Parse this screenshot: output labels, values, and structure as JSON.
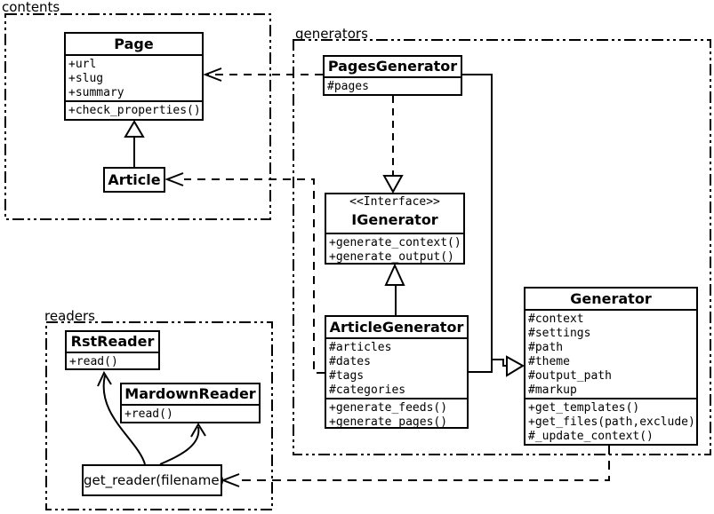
{
  "colors": {
    "line": "#000000",
    "background": "#ffffff",
    "box_fill": "#ffffff"
  },
  "packages": {
    "contents": {
      "label": "contents"
    },
    "generators": {
      "label": "generators"
    },
    "readers": {
      "label": "readers"
    }
  },
  "classes": {
    "page": {
      "name": "Page",
      "attributes": [
        "+url",
        "+slug",
        "+summary"
      ],
      "methods": [
        "+check_properties()"
      ]
    },
    "article": {
      "name": "Article"
    },
    "pages_generator": {
      "name": "PagesGenerator",
      "attributes": [
        "#pages"
      ]
    },
    "igenerator": {
      "stereotype": "<<Interface>>",
      "name": "IGenerator",
      "methods": [
        "+generate_context()",
        "+generate_output()"
      ]
    },
    "article_generator": {
      "name": "ArticleGenerator",
      "attributes": [
        "#articles",
        "#dates",
        "#tags",
        "#categories"
      ],
      "methods": [
        "+generate_feeds()",
        "+generate_pages()"
      ]
    },
    "generator": {
      "name": "Generator",
      "attributes": [
        "#context",
        "#settings",
        "#path",
        "#theme",
        "#output_path",
        "#markup"
      ],
      "methods": [
        "+get_templates()",
        "+get_files(path,exclude)",
        "#_update_context()"
      ]
    },
    "rst_reader": {
      "name": "RstReader",
      "methods": [
        "+read()"
      ]
    },
    "mardown_reader": {
      "name": "MardownReader",
      "methods": [
        "+read()"
      ]
    },
    "get_reader": {
      "label": "get_reader(filename)"
    }
  },
  "relationships": [
    {
      "from": "Article",
      "to": "Page",
      "type": "inheritance"
    },
    {
      "from": "PagesGenerator",
      "to": "IGenerator",
      "type": "realization-dashed"
    },
    {
      "from": "ArticleGenerator",
      "to": "IGenerator",
      "type": "inheritance"
    },
    {
      "from": "PagesGenerator",
      "to": "Generator",
      "type": "inheritance"
    },
    {
      "from": "ArticleGenerator",
      "to": "Generator",
      "type": "inheritance"
    },
    {
      "from": "PagesGenerator",
      "to": "Page",
      "type": "dependency-dashed"
    },
    {
      "from": "ArticleGenerator",
      "to": "Article",
      "type": "dependency-dashed"
    },
    {
      "from": "Generator",
      "to": "get_reader(filename)",
      "type": "dependency-dashed"
    },
    {
      "from": "get_reader(filename)",
      "to": "RstReader",
      "type": "arrow"
    },
    {
      "from": "get_reader(filename)",
      "to": "MardownReader",
      "type": "arrow"
    }
  ]
}
